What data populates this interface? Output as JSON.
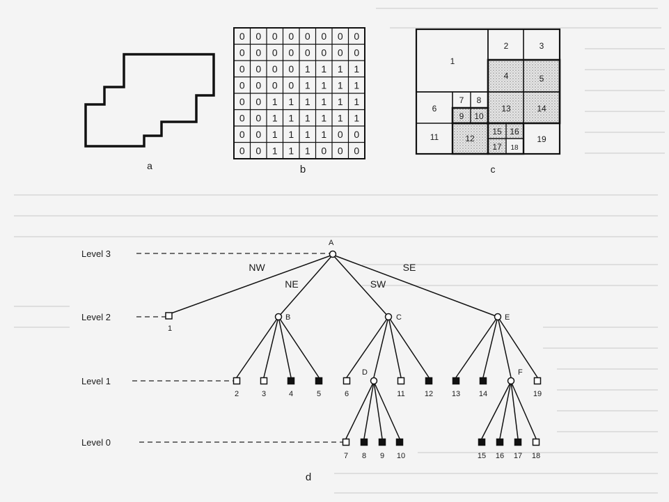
{
  "panel_labels": {
    "a": "a",
    "b": "b",
    "c": "c",
    "d": "d"
  },
  "grid": [
    [
      0,
      0,
      0,
      0,
      0,
      0,
      0,
      0
    ],
    [
      0,
      0,
      0,
      0,
      0,
      0,
      0,
      0
    ],
    [
      0,
      0,
      0,
      0,
      1,
      1,
      1,
      1
    ],
    [
      0,
      0,
      0,
      0,
      1,
      1,
      1,
      1
    ],
    [
      0,
      0,
      1,
      1,
      1,
      1,
      1,
      1
    ],
    [
      0,
      0,
      1,
      1,
      1,
      1,
      1,
      1
    ],
    [
      0,
      0,
      1,
      1,
      1,
      1,
      0,
      0
    ],
    [
      0,
      0,
      1,
      1,
      1,
      0,
      0,
      0
    ]
  ],
  "quadtree_blocks": [
    {
      "label": "1",
      "shaded": false
    },
    {
      "label": "2",
      "shaded": false
    },
    {
      "label": "3",
      "shaded": false
    },
    {
      "label": "4",
      "shaded": true
    },
    {
      "label": "5",
      "shaded": true
    },
    {
      "label": "6",
      "shaded": false
    },
    {
      "label": "7",
      "shaded": false
    },
    {
      "label": "8",
      "shaded": false
    },
    {
      "label": "9",
      "shaded": true
    },
    {
      "label": "10",
      "shaded": true
    },
    {
      "label": "11",
      "shaded": false
    },
    {
      "label": "12",
      "shaded": true
    },
    {
      "label": "13",
      "shaded": true
    },
    {
      "label": "14",
      "shaded": true
    },
    {
      "label": "15",
      "shaded": true
    },
    {
      "label": "16",
      "shaded": true
    },
    {
      "label": "17",
      "shaded": true
    },
    {
      "label": "18",
      "shaded": false
    },
    {
      "label": "19",
      "shaded": false
    }
  ],
  "levels": [
    "Level 3",
    "Level 2",
    "Level 1",
    "Level 0"
  ],
  "edge_labels": [
    "NW",
    "NE",
    "SW",
    "SE"
  ],
  "internal_nodes": [
    "A",
    "B",
    "C",
    "D",
    "E",
    "F"
  ],
  "tree_leaves": [
    {
      "label": "1",
      "filled": false
    },
    {
      "label": "2",
      "filled": false
    },
    {
      "label": "3",
      "filled": false
    },
    {
      "label": "4",
      "filled": true
    },
    {
      "label": "5",
      "filled": true
    },
    {
      "label": "6",
      "filled": false
    },
    {
      "label": "11",
      "filled": false
    },
    {
      "label": "12",
      "filled": true
    },
    {
      "label": "13",
      "filled": true
    },
    {
      "label": "14",
      "filled": true
    },
    {
      "label": "19",
      "filled": false
    },
    {
      "label": "7",
      "filled": false
    },
    {
      "label": "8",
      "filled": true
    },
    {
      "label": "9",
      "filled": true
    },
    {
      "label": "10",
      "filled": true
    },
    {
      "label": "15",
      "filled": true
    },
    {
      "label": "16",
      "filled": true
    },
    {
      "label": "17",
      "filled": true
    },
    {
      "label": "18",
      "filled": false
    }
  ]
}
